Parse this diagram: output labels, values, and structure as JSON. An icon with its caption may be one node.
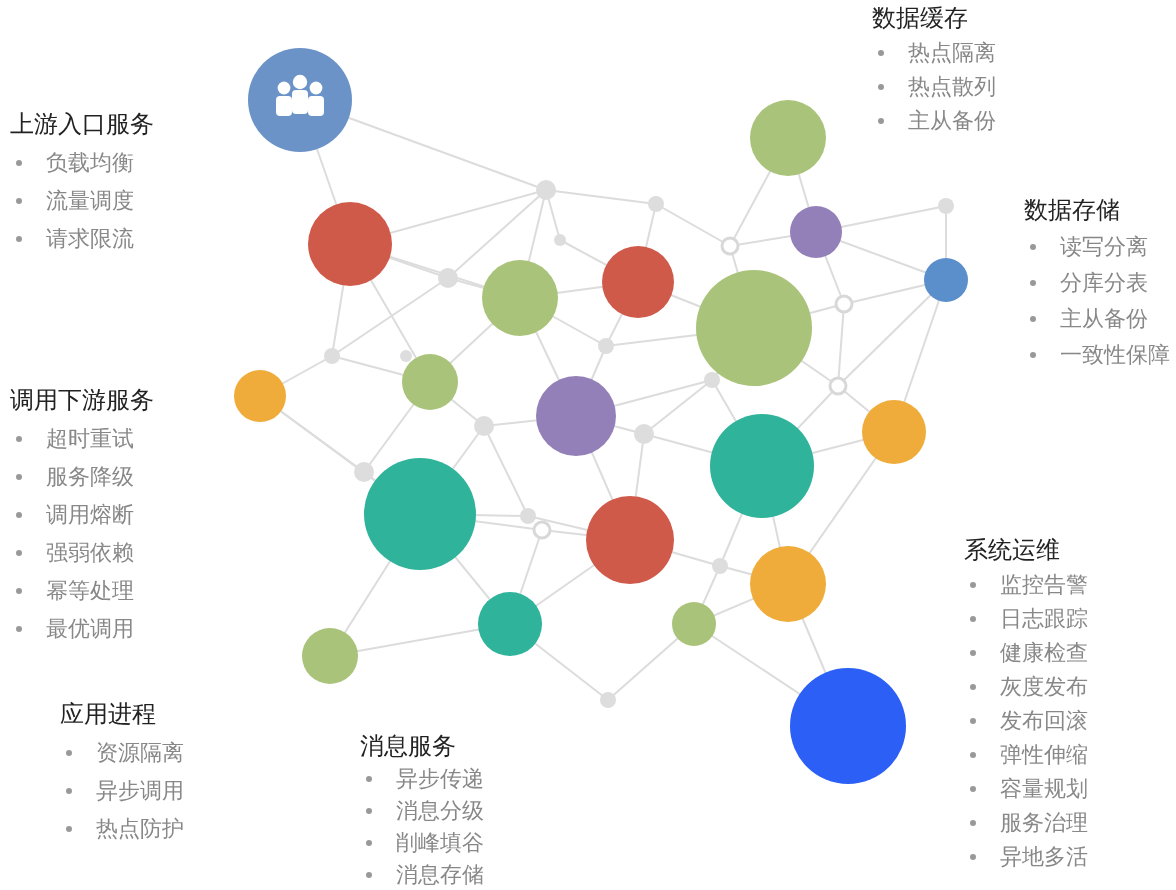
{
  "diagram": {
    "labels": [
      "数据缓存",
      "热点隔离",
      "热点散列",
      "主从备份",
      "上游入口服务",
      "负载均衡",
      "流量调度",
      "请求限流",
      "数据存储",
      "读写分离",
      "分库分表",
      "主从备份",
      "一致性保障",
      "调用下游服务",
      "超时重试",
      "服务降级",
      "调用熔断",
      "强弱依赖",
      "幂等处理",
      "最优调用",
      "系统运维",
      "监控告警",
      "日志跟踪",
      "健康检查",
      "灰度发布",
      "发布回滚",
      "弹性伸缩",
      "容量规划",
      "服务治理",
      "异地多活",
      "应用进程",
      "资源隔离",
      "异步调用",
      "热点防护",
      "消息服务",
      "异步传递",
      "消息分级",
      "削峰填谷",
      "消息存储"
    ]
  }
}
